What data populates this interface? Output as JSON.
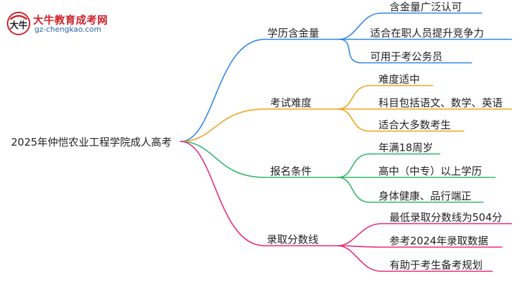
{
  "logo": {
    "title": "大牛教育成考网",
    "url": "gz-chengkao.com",
    "mark_text": "大牛"
  },
  "root": {
    "label": "2025年仲恺农业工程学院成人高考"
  },
  "branches": [
    {
      "label": "学历含金量",
      "color": "#2f86e8",
      "children": [
        "含金量广泛认可",
        "适合在职人员提升竞争力",
        "可用于考公务员"
      ]
    },
    {
      "label": "考试难度",
      "color": "#f0a21c",
      "children": [
        "难度适中",
        "科目包括语文、数学、英语",
        "适合大多数考生"
      ]
    },
    {
      "label": "报名条件",
      "color": "#2db56a",
      "children": [
        "年满18周岁",
        "高中（中专）以上学历",
        "身体健康、品行端正"
      ]
    },
    {
      "label": "录取分数线",
      "color": "#e8287a",
      "children": [
        "最低录取分数线为504分",
        "参考2024年录取数据",
        "有助于考生备考规划"
      ]
    }
  ]
}
